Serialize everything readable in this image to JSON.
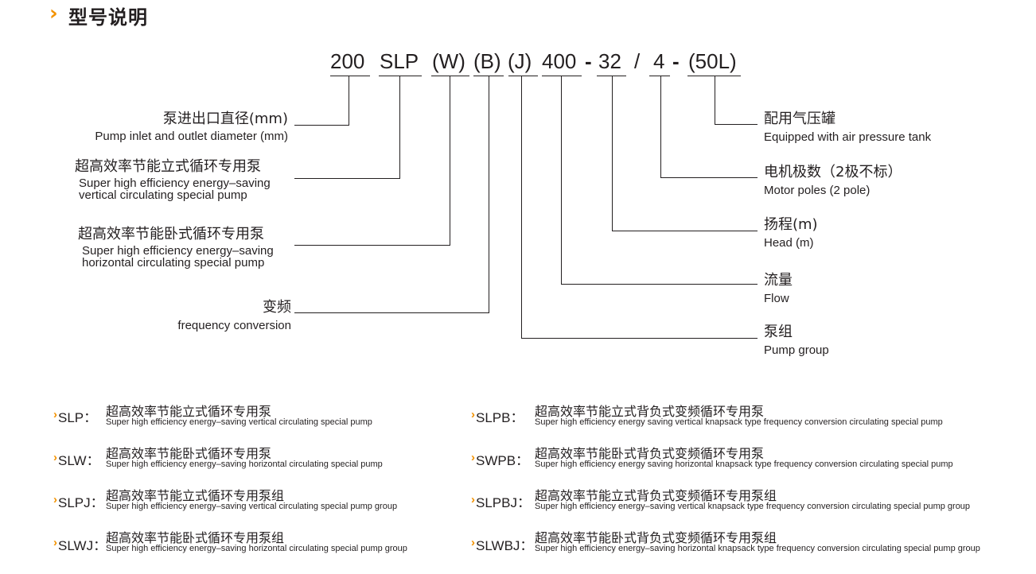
{
  "heading": {
    "chevron": "›",
    "title": "型号说明"
  },
  "code": {
    "p200": "200",
    "slp": "SLP",
    "w": "(W)",
    "b": "(B)",
    "j": "(J)",
    "p400": "400",
    "dash1": "-",
    "p32": "32",
    "slash": "/",
    "p4": "4",
    "dash2": "-",
    "p50l": "(50L)"
  },
  "left_labels": [
    {
      "zh": "泵进出口直径(mm)",
      "en": [
        "Pump inlet and outlet diameter (mm)"
      ]
    },
    {
      "zh": "超高效率节能立式循环专用泵",
      "en": [
        "Super high efficiency energy–saving",
        "vertical circulating special pump"
      ]
    },
    {
      "zh": "超高效率节能卧式循环专用泵",
      "en": [
        "Super high efficiency energy–saving",
        "horizontal circulating special pump"
      ]
    },
    {
      "zh": "变频",
      "en": [
        "frequency conversion"
      ]
    }
  ],
  "right_labels": [
    {
      "zh": "配用气压罐",
      "en": "Equipped with air pressure tank"
    },
    {
      "zh": "电机极数（2极不标）",
      "en": "Motor poles (2 pole)"
    },
    {
      "zh": "扬程(m)",
      "en": "Head (m)"
    },
    {
      "zh": "流量",
      "en": "Flow"
    },
    {
      "zh": "泵组",
      "en": "Pump group"
    }
  ],
  "legend": {
    "chevron": "›",
    "left": [
      {
        "code": "SLP：",
        "zh": "超高效率节能立式循环专用泵",
        "en": "Super high efficiency energy–saving vertical circulating special pump"
      },
      {
        "code": "SLW：",
        "zh": "超高效率节能卧式循环专用泵",
        "en": "Super high efficiency energy–saving horizontal circulating special pump"
      },
      {
        "code": "SLPJ：",
        "zh": "超高效率节能立式循环专用泵组",
        "en": "Super high efficiency energy–saving vertical circulating special pump group"
      },
      {
        "code": "SLWJ：",
        "zh": "超高效率节能卧式循环专用泵组",
        "en": "Super high efficiency energy–saving horizontal circulating special pump group"
      }
    ],
    "right": [
      {
        "code": "SLPB：",
        "zh": "超高效率节能立式背负式变频循环专用泵",
        "en": "Super high efficiency energy saving vertical knapsack type frequency conversion circulating special pump"
      },
      {
        "code": "SWPB：",
        "zh": "超高效率节能卧式背负式变频循环专用泵",
        "en": "Super high efficiency energy saving horizontal knapsack type frequency conversion circulating special pump"
      },
      {
        "code": "SLPBJ：",
        "zh": "超高效率节能立式背负式变频循环专用泵组",
        "en": "Super high efficiency energy–saving vertical knapsack type frequency conversion circulating special pump group"
      },
      {
        "code": "SLWBJ：",
        "zh": "超高效率节能卧式背负式变频循环专用泵组",
        "en": "Super high efficiency energy–saving horizontal knapsack type frequency conversion circulating special pump group"
      }
    ]
  },
  "colors": {
    "accent": "#f39200",
    "text": "#231f20",
    "line": "#231f20"
  }
}
